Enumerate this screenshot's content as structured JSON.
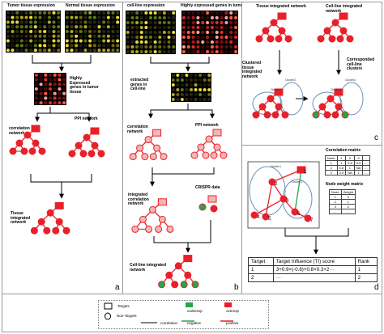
{
  "panel_a": {
    "tumor_title": "Tumor tissue expression",
    "normal_title": "Normal tissue expression",
    "highly_expressed": "Highly\nExpressed\ngenes in tumor\ntissue",
    "correlation_network": "correlation\nnetwork",
    "ppi_network": "PPI network",
    "tissue_integrated": "Tissue\nintegrated\nnetwork",
    "letter": "a"
  },
  "panel_b": {
    "cellline_title": "cell-line expression",
    "highly_expressed": "Highly expressed genes in tumor",
    "extracted": "extracted\ngenes in\ncell-line",
    "correlation_network": "correlation\nnetwork",
    "ppi_network": "PPI network",
    "integrated_correlation": "integrated\ncorrelation\nnetwork",
    "crispr": "CRISPR data",
    "cellline_integrated": "Cell-line integrated\nnetwork",
    "letter": "b"
  },
  "panel_c": {
    "tissue_integrated": "Tissue integrated  network",
    "cellline_integrated": "Cell-line integrated\nnetwork",
    "clustered": "Clustered\ntissue\nintegrated\nnetwork",
    "corresponded": "Corresponded\ncell-line\nclusters",
    "cluster1": "Cluster1",
    "cluster2": "Cluster2",
    "letter": "c"
  },
  "panel_d": {
    "correlation_matrix_title": "Correlation matrix",
    "corr_header": [
      "Node",
      "1",
      "2",
      "3",
      "..."
    ],
    "corr_rows": [
      [
        "1",
        "1",
        "0.8",
        "0.9",
        "..."
      ],
      [
        "2",
        "0.8",
        "1",
        "NA",
        "..."
      ],
      [
        "3",
        "0.9",
        "NA",
        "1",
        "..."
      ]
    ],
    "weight_matrix_title": "Node weight matrix",
    "weight_header": [
      "Node",
      "Weight"
    ],
    "weight_rows": [
      [
        "1",
        "3"
      ],
      [
        "2",
        "1"
      ],
      [
        "3",
        "2"
      ],
      [
        "...",
        "..."
      ]
    ],
    "cluster1": "Cluster1",
    "cluster2": "Cluster2",
    "node_numbers": [
      "1",
      "2",
      "3",
      "4",
      "5",
      "6",
      "7"
    ],
    "rank_header": [
      "Target",
      "Target Influence (TI) score",
      "Rank"
    ],
    "rank_rows": [
      [
        "1",
        "3+0.9×(-0.8)+0.8×0.3+2···",
        "1"
      ],
      [
        "2",
        "···",
        "2"
      ]
    ],
    "letter": "d"
  },
  "legend": {
    "targets": "Targets",
    "non_targets": "Non-Targets",
    "correlation": "correlation",
    "underexp": "underexp",
    "negative": "negative",
    "overexp": "overexp",
    "positive": "positive"
  },
  "colors": {
    "red": "#e8202a",
    "light_red": "#f4b6b4",
    "green": "#22a84a",
    "ellipse": "#6c8fb8",
    "panel_border": "#9a9a9a"
  }
}
